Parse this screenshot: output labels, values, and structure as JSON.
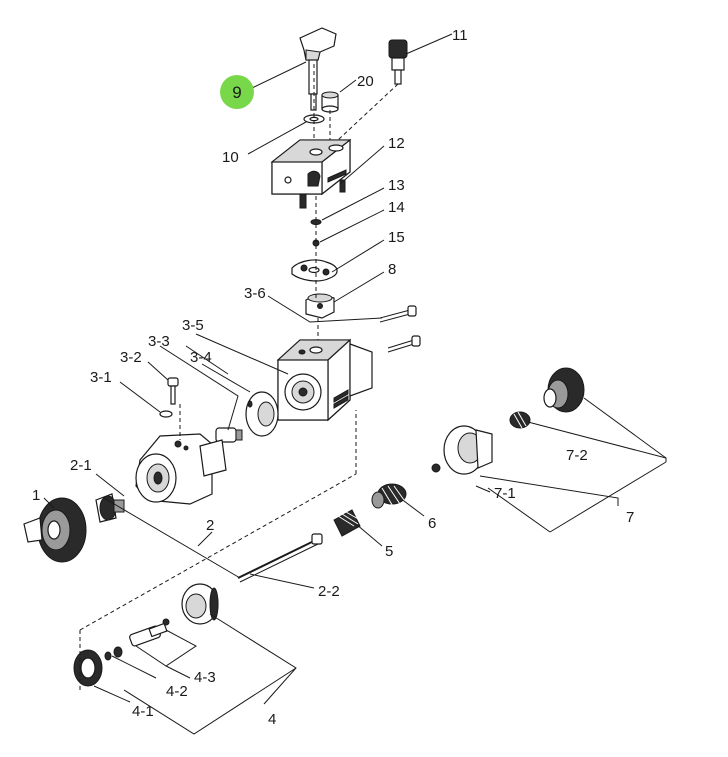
{
  "diagram": {
    "highlighted_label": "9",
    "labels": {
      "p1": "1",
      "p2": "2",
      "p2_1": "2-1",
      "p2_2": "2-2",
      "p3_1": "3-1",
      "p3_2": "3-2",
      "p3_3": "3-3",
      "p3_4": "3-4",
      "p3_5": "3-5",
      "p3_6": "3-6",
      "p4": "4",
      "p4_1": "4-1",
      "p4_2": "4-2",
      "p4_3": "4-3",
      "p5": "5",
      "p6": "6",
      "p7": "7",
      "p7_1": "7-1",
      "p7_2": "7-2",
      "p8": "8",
      "p10": "10",
      "p11": "11",
      "p12": "12",
      "p13": "13",
      "p14": "14",
      "p15": "15",
      "p20": "20"
    }
  }
}
